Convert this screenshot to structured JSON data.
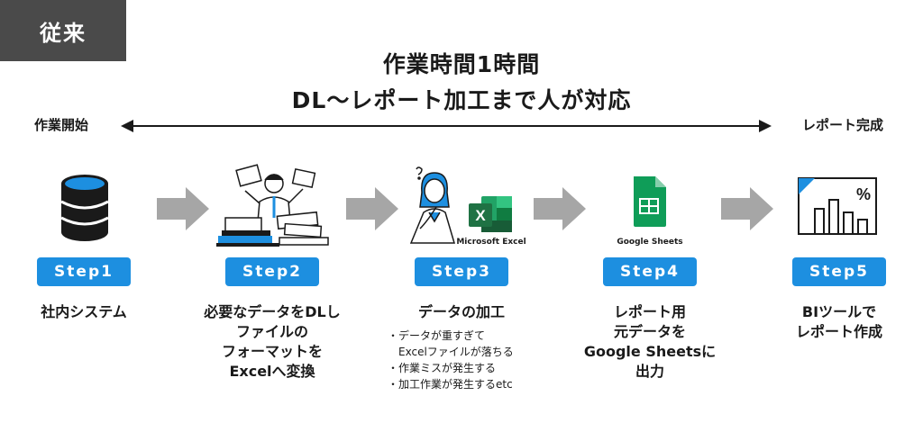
{
  "badge": "従来",
  "headline": {
    "line1": "作業時間1時間",
    "line2": "DL〜レポート加工まで人が対応"
  },
  "timeline": {
    "start": "作業開始",
    "end": "レポート完成"
  },
  "steps": [
    {
      "label": "Step1",
      "title": [
        "社内システム"
      ]
    },
    {
      "label": "Step2",
      "title": [
        "必要なデータをDLし",
        "ファイルの",
        "フォーマットを",
        "Excelへ変換"
      ]
    },
    {
      "label": "Step3",
      "title": [
        "データの加工"
      ],
      "bullets": [
        [
          "・データが重すぎて",
          "Excelファイルが落ちる"
        ],
        [
          "・作業ミスが発生する"
        ],
        [
          "・加工作業が発生するetc"
        ]
      ],
      "icon_caption": "Microsoft Excel"
    },
    {
      "label": "Step4",
      "title": [
        "レポート用",
        "元データを",
        "Google Sheetsに",
        "出力"
      ],
      "icon_caption": "Google Sheets"
    },
    {
      "label": "Step5",
      "title": [
        "BIツールで",
        "レポート作成"
      ]
    }
  ],
  "colors": {
    "accent": "#1d8fe0",
    "badge_bg": "#4a4a4a",
    "arrow": "#a6a6a6",
    "excel_green": "#1f7244",
    "sheets_green": "#0f9d58"
  },
  "icons": [
    "database-icon",
    "busy-office-worker-icon",
    "thinking-person-icon",
    "excel-icon",
    "google-sheets-icon",
    "bi-chart-icon",
    "flow-arrow-icon"
  ]
}
